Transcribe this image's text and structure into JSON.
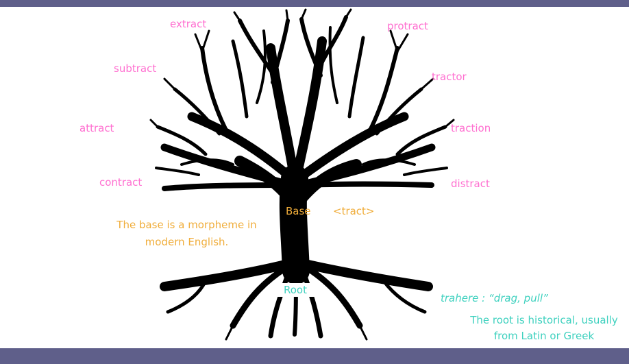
{
  "colors": {
    "frame_bar": "#5f5f8a",
    "derived_words": "#ff6fd0",
    "base": "#f0ad3a",
    "root": "#3fd1bf",
    "tree": "#000000"
  },
  "derived_words": {
    "extract": "extract",
    "protract": "protract",
    "subtract": "subtract",
    "tractor": "tractor",
    "attract": "attract",
    "traction": "traction",
    "contract": "contract",
    "distract": "distract"
  },
  "base": {
    "label": "Base",
    "morpheme": "<tract>",
    "note_line1": "The base is a morpheme in",
    "note_line2": "modern English."
  },
  "root": {
    "label": "Root",
    "etymon": "trahere : “drag, pull”",
    "note_line1": "The root is historical, usually",
    "note_line2": "from Latin or Greek"
  },
  "icons": {
    "tree": "tree-illustration"
  }
}
